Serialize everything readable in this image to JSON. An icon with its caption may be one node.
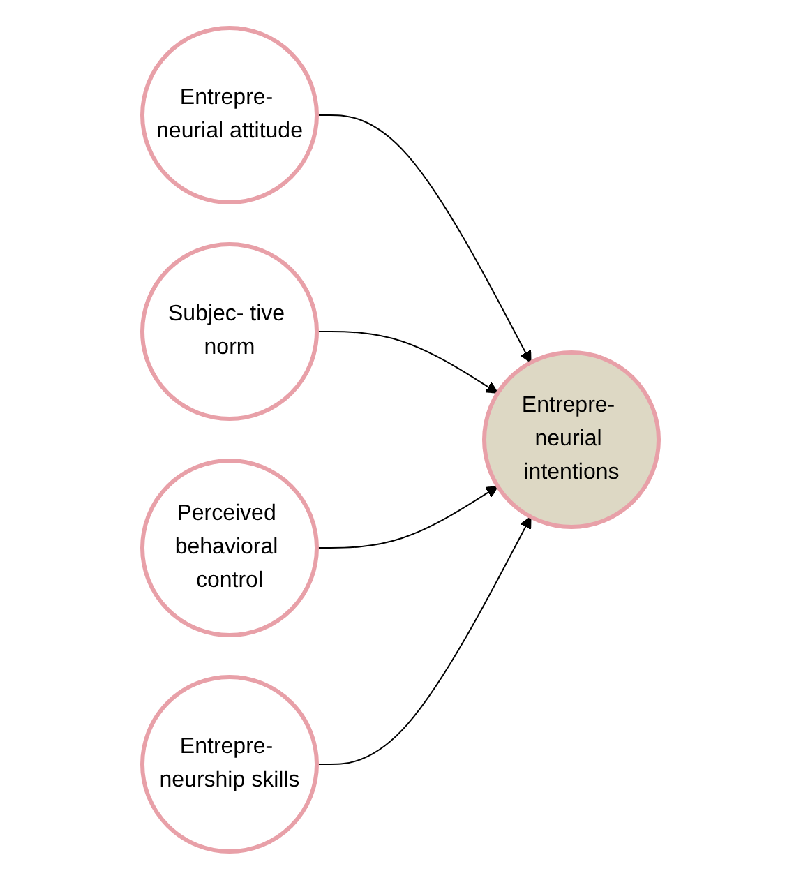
{
  "diagram": {
    "nodes": [
      {
        "text": [
          "Entrepre- neurial attitude"
        ]
      },
      {
        "text": [
          "Subjec- tive norm"
        ]
      },
      {
        "text": [
          "Perceived behavioral control"
        ]
      },
      {
        "text": [
          "Entrepre- neurship skills"
        ]
      },
      {
        "text": [
          "Entrepre- neurial intentions"
        ]
      }
    ],
    "edges": [
      {
        "from": 0,
        "to": 4,
        "arrow": "to"
      },
      {
        "from": 1,
        "to": 4,
        "arrow": "to"
      },
      {
        "from": 2,
        "to": 4,
        "arrow": "to"
      },
      {
        "from": 3,
        "to": 4,
        "arrow": "to"
      }
    ]
  }
}
